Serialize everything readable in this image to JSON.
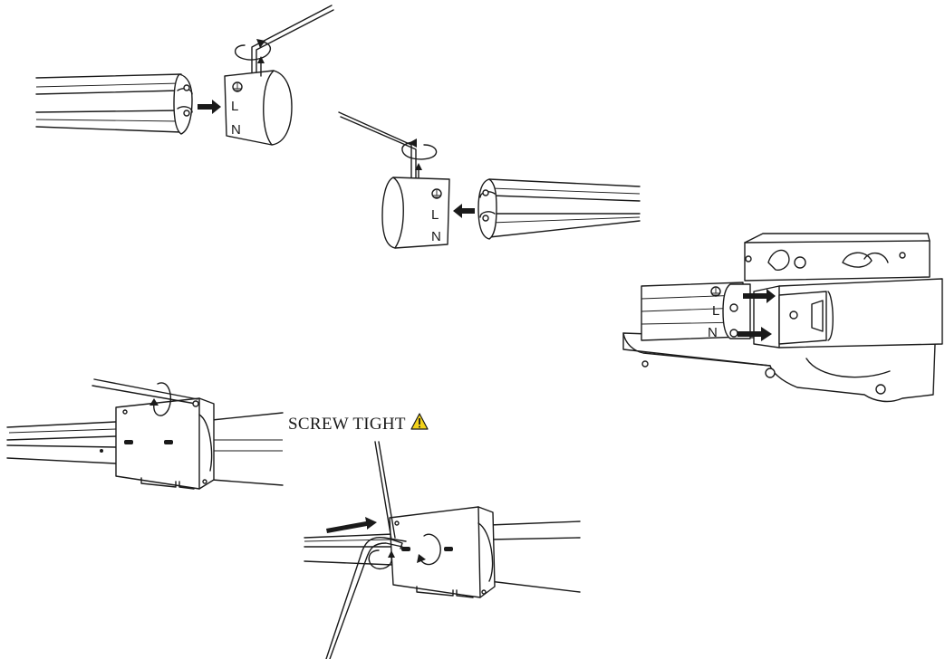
{
  "steps": {
    "connect_right": {
      "labels": [
        "L",
        "N"
      ]
    },
    "connect_left": {
      "labels": [
        "L",
        "N"
      ]
    },
    "track_insert": {
      "labels": [
        "L",
        "N"
      ]
    },
    "screw_note": {
      "text": "SCREW TIGHT"
    }
  },
  "colors": {
    "line": "#1a1a1a",
    "background": "#ffffff",
    "warning_fill": "#f2d21b"
  },
  "icons": [
    "hex-key-icon",
    "rotation-arrow-icon",
    "push-arrow-icon",
    "earth-symbol-icon",
    "warning-triangle-icon"
  ]
}
